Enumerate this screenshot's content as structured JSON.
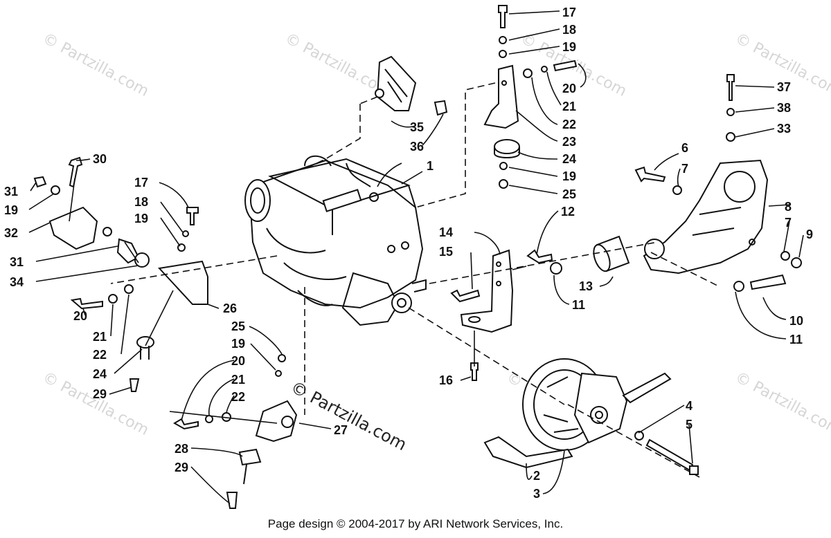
{
  "watermarks": [
    "© Partzilla.com",
    "© Partzilla.com",
    "© Partzilla.com",
    "© Partzilla.com",
    "© Partzilla.com",
    "© Partzilla.com",
    "© Partzilla.com"
  ],
  "center_watermark": "© Partzilla.com",
  "footer": "Page design © 2004-2017 by ARI Network Services, Inc.",
  "callouts": {
    "c1": "1",
    "c2": "2",
    "c3": "3",
    "c4": "4",
    "c5": "5",
    "c6": "6",
    "c7a": "7",
    "c7b": "7",
    "c8": "8",
    "c9": "9",
    "c10": "10",
    "c11a": "11",
    "c11b": "11",
    "c12": "12",
    "c13": "13",
    "c14": "14",
    "c15": "15",
    "c16": "16",
    "c17a": "17",
    "c17b": "17",
    "c18a": "18",
    "c18b": "18",
    "c19a": "19",
    "c19b": "19",
    "c19c": "19",
    "c19d": "19",
    "c19e": "19",
    "c20a": "20",
    "c20b": "20",
    "c20c": "20",
    "c21a": "21",
    "c21b": "21",
    "c21c": "21",
    "c22a": "22",
    "c22b": "22",
    "c22c": "22",
    "c23": "23",
    "c24a": "24",
    "c24b": "24",
    "c25a": "25",
    "c25b": "25",
    "c26": "26",
    "c27": "27",
    "c28": "28",
    "c29a": "29",
    "c29b": "29",
    "c30": "30",
    "c31a": "31",
    "c31b": "31",
    "c32": "32",
    "c33": "33",
    "c34": "34",
    "c35": "35",
    "c36": "36",
    "c37": "37",
    "c38": "38"
  }
}
